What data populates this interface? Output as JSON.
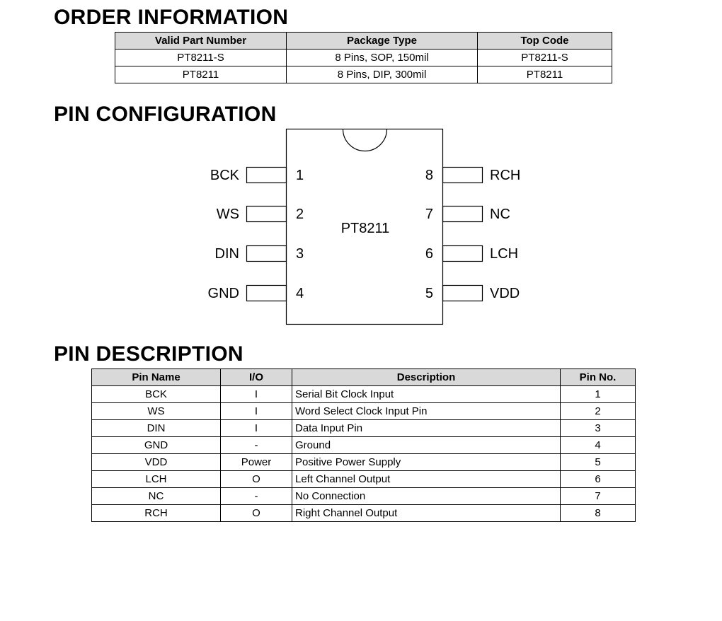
{
  "order_information": {
    "title": "ORDER INFORMATION",
    "headers": [
      "Valid Part Number",
      "Package Type",
      "Top Code"
    ],
    "rows": [
      [
        "PT8211-S",
        "8 Pins, SOP, 150mil",
        "PT8211-S"
      ],
      [
        "PT8211",
        "8 Pins, DIP, 300mil",
        "PT8211"
      ]
    ]
  },
  "pin_configuration": {
    "title": "PIN CONFIGURATION",
    "chip_label": "PT8211",
    "left_pins": [
      {
        "name": "BCK",
        "number": "1"
      },
      {
        "name": "WS",
        "number": "2"
      },
      {
        "name": "DIN",
        "number": "3"
      },
      {
        "name": "GND",
        "number": "4"
      }
    ],
    "right_pins": [
      {
        "name": "RCH",
        "number": "8"
      },
      {
        "name": "NC",
        "number": "7"
      },
      {
        "name": "LCH",
        "number": "6"
      },
      {
        "name": "VDD",
        "number": "5"
      }
    ]
  },
  "pin_description": {
    "title": "PIN DESCRIPTION",
    "headers": [
      "Pin Name",
      "I/O",
      "Description",
      "Pin No."
    ],
    "rows": [
      [
        "BCK",
        "I",
        "Serial Bit Clock Input",
        "1"
      ],
      [
        "WS",
        "I",
        "Word Select Clock Input Pin",
        "2"
      ],
      [
        "DIN",
        "I",
        "Data Input Pin",
        "3"
      ],
      [
        "GND",
        "-",
        "Ground",
        "4"
      ],
      [
        "VDD",
        "Power",
        "Positive Power Supply",
        "5"
      ],
      [
        "LCH",
        "O",
        "Left Channel Output",
        "6"
      ],
      [
        "NC",
        "-",
        "No Connection",
        "7"
      ],
      [
        "RCH",
        "O",
        "Right Channel Output",
        "8"
      ]
    ]
  },
  "colors": {
    "header_fill": "#d9d9d9",
    "line": "#000000"
  }
}
